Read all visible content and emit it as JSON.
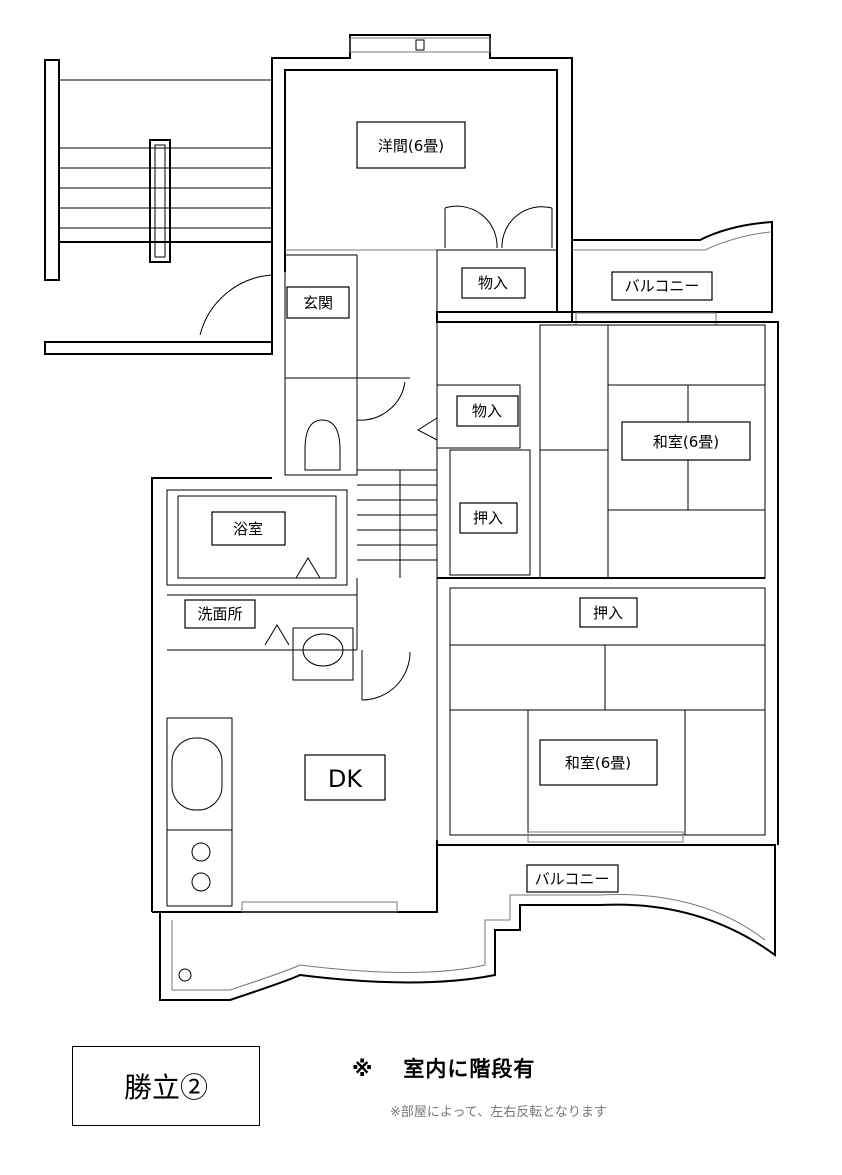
{
  "rooms": {
    "western_room": "洋間(6畳)",
    "closet_top": "物入",
    "balcony_top": "バルコニー",
    "entrance": "玄関",
    "closet_mid": "物入",
    "japanese_room_1": "和室(6畳)",
    "oshiire_1": "押入",
    "bathroom": "浴室",
    "washroom": "洗面所",
    "oshiire_2": "押入",
    "dk": "DK",
    "japanese_room_2": "和室(6畳)",
    "balcony_bottom": "バルコニー"
  },
  "plan_name": "勝立②",
  "note": {
    "mark": "※",
    "text": "室内に階段有"
  },
  "subnote": "※部屋によって、左右反転となります"
}
